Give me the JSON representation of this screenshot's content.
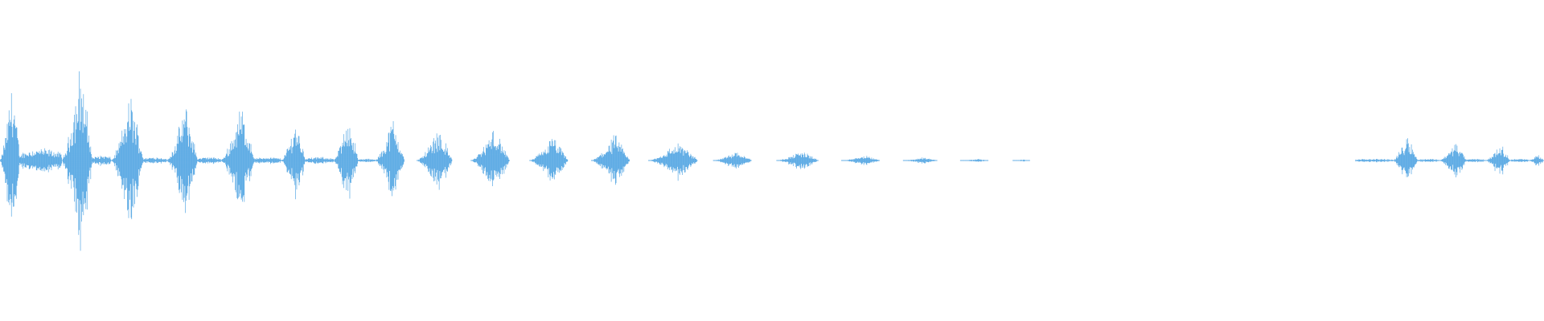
{
  "waveform": {
    "color": "#5aa9e4",
    "background": "#ffffff",
    "baseline": "center",
    "duration_fraction_visible": 1.0,
    "segments": [
      {
        "start": 0.0,
        "end": 0.013,
        "peak": 0.48,
        "shape": "burst"
      },
      {
        "start": 0.013,
        "end": 0.04,
        "peak": 0.07,
        "shape": "tail"
      },
      {
        "start": 0.04,
        "end": 0.06,
        "peak": 0.56,
        "shape": "burst"
      },
      {
        "start": 0.06,
        "end": 0.072,
        "peak": 0.03,
        "shape": "tail"
      },
      {
        "start": 0.072,
        "end": 0.093,
        "peak": 0.39,
        "shape": "burst"
      },
      {
        "start": 0.093,
        "end": 0.108,
        "peak": 0.02,
        "shape": "tail"
      },
      {
        "start": 0.108,
        "end": 0.128,
        "peak": 0.33,
        "shape": "burst"
      },
      {
        "start": 0.128,
        "end": 0.143,
        "peak": 0.02,
        "shape": "tail"
      },
      {
        "start": 0.143,
        "end": 0.165,
        "peak": 0.33,
        "shape": "burst"
      },
      {
        "start": 0.165,
        "end": 0.182,
        "peak": 0.02,
        "shape": "tail"
      },
      {
        "start": 0.182,
        "end": 0.198,
        "peak": 0.24,
        "shape": "burst"
      },
      {
        "start": 0.198,
        "end": 0.216,
        "peak": 0.02,
        "shape": "tail"
      },
      {
        "start": 0.216,
        "end": 0.232,
        "peak": 0.28,
        "shape": "burst"
      },
      {
        "start": 0.232,
        "end": 0.243,
        "peak": 0.01,
        "shape": "tail"
      },
      {
        "start": 0.243,
        "end": 0.262,
        "peak": 0.25,
        "shape": "burst"
      },
      {
        "start": 0.27,
        "end": 0.293,
        "peak": 0.19,
        "shape": "burst"
      },
      {
        "start": 0.305,
        "end": 0.33,
        "peak": 0.19,
        "shape": "burst"
      },
      {
        "start": 0.343,
        "end": 0.368,
        "peak": 0.14,
        "shape": "burst"
      },
      {
        "start": 0.383,
        "end": 0.408,
        "peak": 0.15,
        "shape": "burst"
      },
      {
        "start": 0.42,
        "end": 0.452,
        "peak": 0.11,
        "shape": "burst"
      },
      {
        "start": 0.462,
        "end": 0.487,
        "peak": 0.06,
        "shape": "burst"
      },
      {
        "start": 0.503,
        "end": 0.53,
        "peak": 0.06,
        "shape": "burst"
      },
      {
        "start": 0.545,
        "end": 0.57,
        "peak": 0.03,
        "shape": "burst"
      },
      {
        "start": 0.585,
        "end": 0.607,
        "peak": 0.02,
        "shape": "burst"
      },
      {
        "start": 0.622,
        "end": 0.64,
        "peak": 0.01,
        "shape": "burst"
      },
      {
        "start": 0.656,
        "end": 0.667,
        "peak": 0.006,
        "shape": "burst"
      },
      {
        "start": 0.878,
        "end": 0.902,
        "peak": 0.01,
        "shape": "tail"
      },
      {
        "start": 0.902,
        "end": 0.918,
        "peak": 0.16,
        "shape": "burst"
      },
      {
        "start": 0.918,
        "end": 0.932,
        "peak": 0.01,
        "shape": "tail"
      },
      {
        "start": 0.932,
        "end": 0.95,
        "peak": 0.11,
        "shape": "burst"
      },
      {
        "start": 0.95,
        "end": 0.962,
        "peak": 0.01,
        "shape": "tail"
      },
      {
        "start": 0.962,
        "end": 0.978,
        "peak": 0.1,
        "shape": "burst"
      },
      {
        "start": 0.978,
        "end": 0.99,
        "peak": 0.01,
        "shape": "tail"
      },
      {
        "start": 0.99,
        "end": 1.0,
        "peak": 0.04,
        "shape": "burst"
      }
    ]
  }
}
